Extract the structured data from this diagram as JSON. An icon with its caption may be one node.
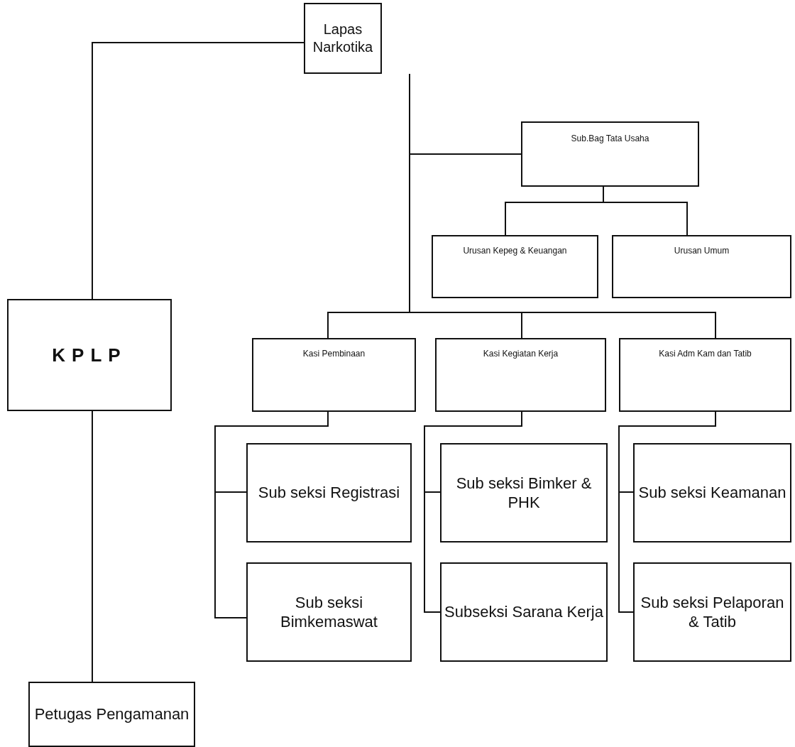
{
  "diagram": {
    "nodes": [
      {
        "text": [
          "Lapas Narkotika"
        ]
      },
      {
        "text": [
          "Sub.Bag Tata Usaha"
        ]
      },
      {
        "text": [
          "Urusan Kepeg & Keuangan"
        ]
      },
      {
        "text": [
          "Urusan Umum"
        ]
      },
      {
        "text": [
          "KPLP"
        ]
      },
      {
        "text": [
          "Kasi Pembinaan"
        ]
      },
      {
        "text": [
          "Kasi Kegiatan Kerja"
        ]
      },
      {
        "text": [
          "Kasi Adm Kam dan Tatib"
        ]
      },
      {
        "text": [
          "Sub seksi Registrasi"
        ]
      },
      {
        "text": [
          "Sub seksi Bimkemaswat"
        ]
      },
      {
        "text": [
          "Sub seksi Bimker & PHK"
        ]
      },
      {
        "text": [
          "Subseksi Sarana Kerja"
        ]
      },
      {
        "text": [
          "Sub seksi Keamanan"
        ]
      },
      {
        "text": [
          "Sub seksi Pelaporan & Tatib"
        ]
      },
      {
        "text": [
          "Petugas Pengamanan"
        ]
      }
    ],
    "edges": [
      {
        "from": 0,
        "to": 4,
        "arrow": "none"
      },
      {
        "from": 0,
        "to": 1,
        "arrow": "none"
      },
      {
        "from": 1,
        "to": 2,
        "arrow": "none"
      },
      {
        "from": 1,
        "to": 3,
        "arrow": "none"
      },
      {
        "from": 0,
        "to": 5,
        "arrow": "none"
      },
      {
        "from": 0,
        "to": 6,
        "arrow": "none"
      },
      {
        "from": 0,
        "to": 7,
        "arrow": "none"
      },
      {
        "from": 5,
        "to": 8,
        "arrow": "none"
      },
      {
        "from": 5,
        "to": 9,
        "arrow": "none"
      },
      {
        "from": 6,
        "to": 10,
        "arrow": "none"
      },
      {
        "from": 6,
        "to": 11,
        "arrow": "none"
      },
      {
        "from": 7,
        "to": 12,
        "arrow": "none"
      },
      {
        "from": 7,
        "to": 13,
        "arrow": "none"
      },
      {
        "from": 4,
        "to": 14,
        "arrow": "none"
      }
    ]
  }
}
